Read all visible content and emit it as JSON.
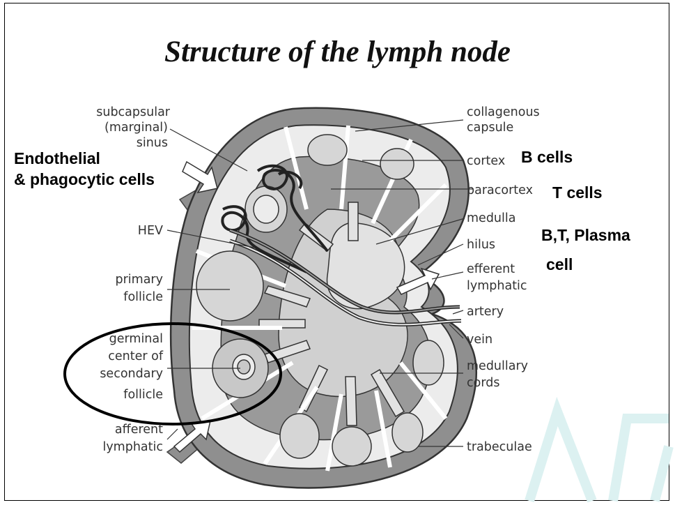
{
  "title": "Structure of the lymph node",
  "labels_left": {
    "subcapsular_1": "subcapsular",
    "subcapsular_2": "(marginal)",
    "subcapsular_3": "sinus",
    "hev": "HEV",
    "primary_1": "primary",
    "primary_2": "follicle",
    "germinal_1": "germinal",
    "germinal_2": "center of",
    "germinal_3": "secondary",
    "germinal_4": "follicle",
    "afferent_1": "afferent",
    "afferent_2": "lymphatic"
  },
  "labels_right": {
    "collagenous_1": "collagenous",
    "collagenous_2": "capsule",
    "cortex": "cortex",
    "paracortex": "paracortex",
    "medulla": "medulla",
    "hilus": "hilus",
    "efferent_1": "efferent",
    "efferent_2": "lymphatic",
    "artery": "artery",
    "vein": "vein",
    "medullary_1": "medullary",
    "medullary_2": "cords",
    "trabeculae": "trabeculae"
  },
  "annotations": {
    "endothelial_1": "Endothelial",
    "endothelial_2": "& phagocytic cells",
    "b_cells": "B cells",
    "t_cells": "T cells",
    "btp_1": "B,T, Plasma",
    "btp_2": "cell"
  },
  "colors": {
    "capsule": "#8f8f8f",
    "cortex": "#ececec",
    "paracortex": "#9a9a9a",
    "medulla": "#d0d0d0",
    "medulla_light": "#e2e2e2",
    "watermark": "#dcf1f1"
  }
}
